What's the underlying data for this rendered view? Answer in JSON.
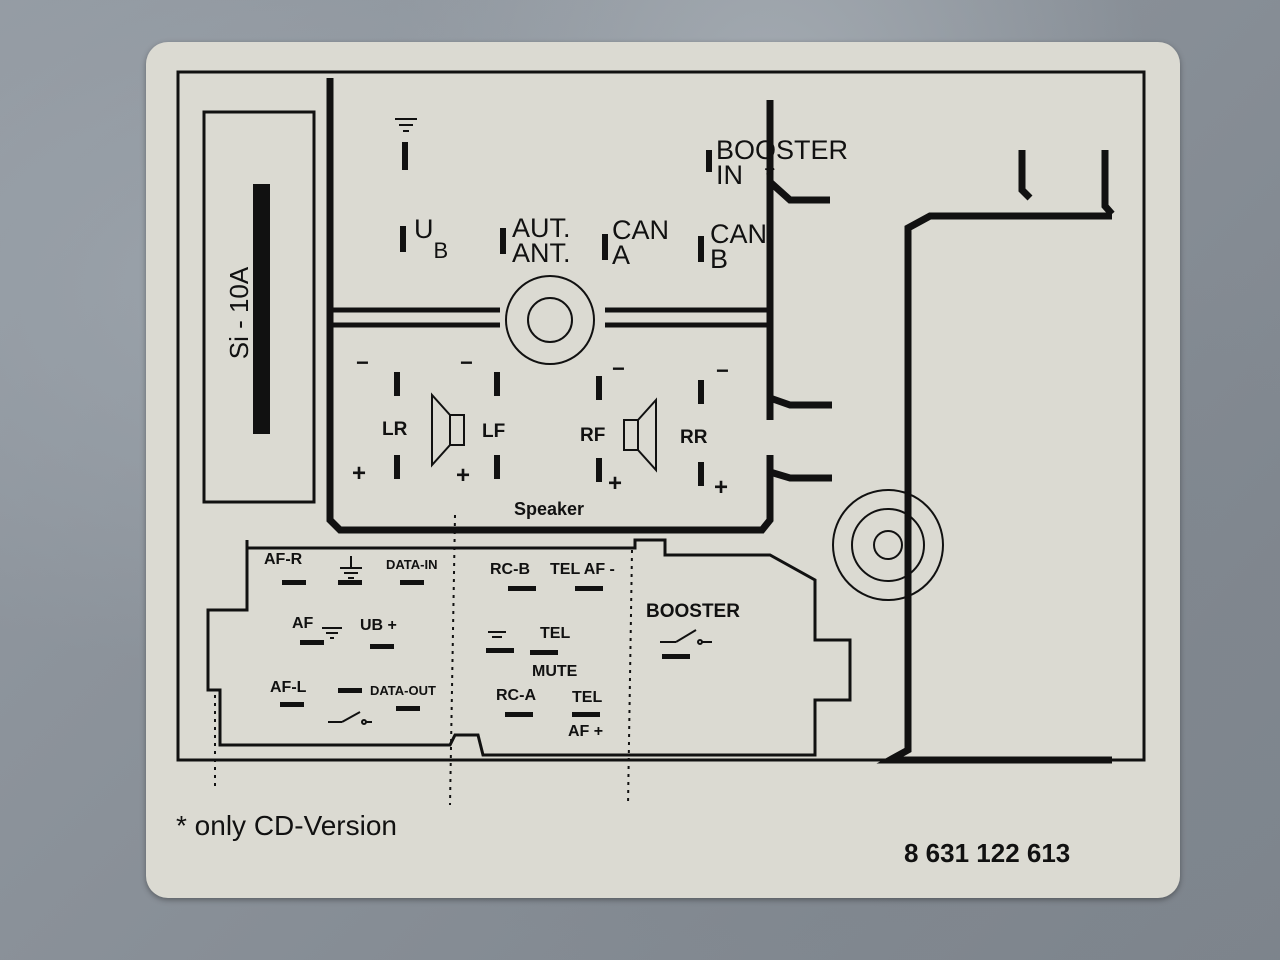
{
  "fuse": {
    "label": "Si - 10A"
  },
  "top_connector": {
    "ub": {
      "main": "U",
      "sub": "B"
    },
    "aut_ant": {
      "line1": "AUT.",
      "line2": "ANT."
    },
    "can_a": {
      "line1": "CAN",
      "line2": "A"
    },
    "can_b": {
      "line1": "CAN",
      "line2": "B"
    },
    "booster_in": {
      "line1": "BOOSTER",
      "line2": "IN",
      "star": "*"
    }
  },
  "speaker_section": {
    "title": "Speaker",
    "channels": [
      "LR",
      "LF",
      "RF",
      "RR"
    ],
    "minus": "−",
    "plus": "+"
  },
  "bottom_connector": {
    "left_block": [
      "AF-R",
      "DATA-IN",
      "AF",
      "UB +",
      "AF-L",
      "DATA-OUT"
    ],
    "middle_block": [
      "RC-B",
      "TEL AF -",
      "TEL",
      "MUTE",
      "RC-A",
      "TEL",
      "AF +"
    ],
    "right_block": [
      "BOOSTER"
    ]
  },
  "footnote": "* only CD-Version",
  "part_number": "8 631 122 613"
}
